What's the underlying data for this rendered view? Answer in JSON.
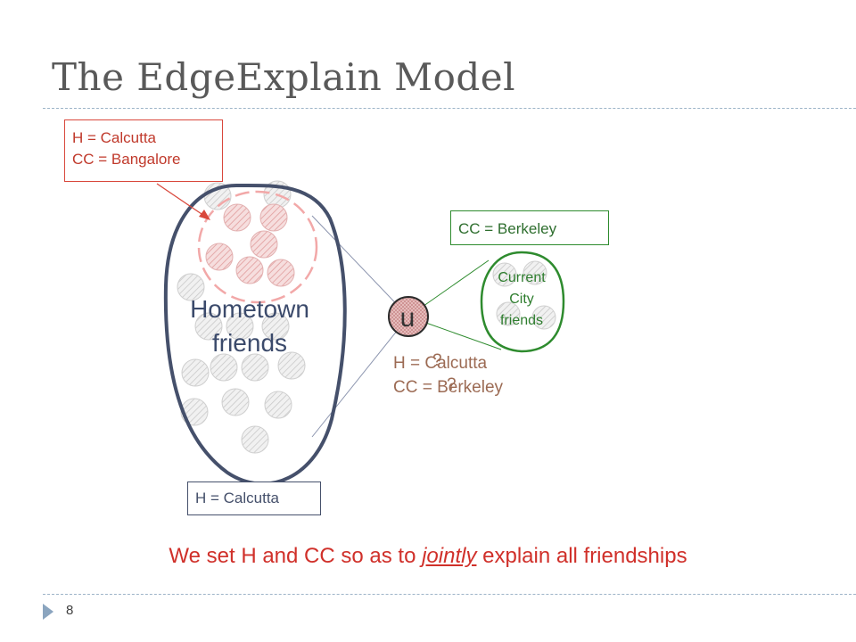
{
  "slide": {
    "title": "The EdgeExplain Model",
    "page_number": "8"
  },
  "labels": {
    "red_box": {
      "line1": "H = Calcutta",
      "line2": "CC = Bangalore"
    },
    "green_box": "CC = Berkeley",
    "blue_box": "H = Calcutta",
    "hometown": {
      "line1": "Hometown",
      "line2": "friends"
    },
    "current_city": {
      "line1": "Current",
      "line2": "City",
      "line3": "friends"
    },
    "user_node": "u",
    "user_attrs": {
      "h": "H = Calcutta",
      "cc": "CC = Berkeley",
      "unknown_mark": "?"
    }
  },
  "caption": {
    "before": "We set H and CC so as to ",
    "emphasis": "jointly",
    "after": " explain all friendships"
  },
  "colors": {
    "red": "#d9483c",
    "green": "#2e8b2e",
    "navy": "#45506b",
    "user_fill": "#e7b8b8"
  }
}
